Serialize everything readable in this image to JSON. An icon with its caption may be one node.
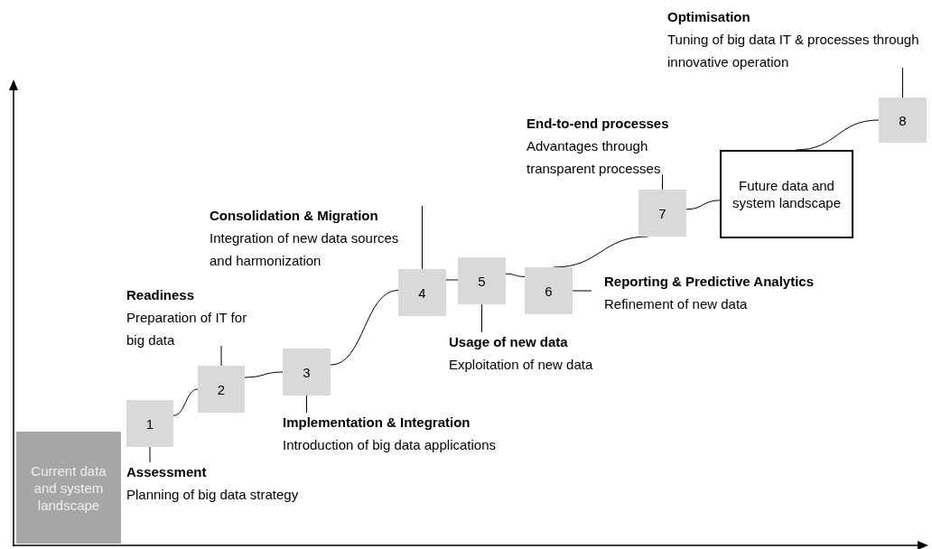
{
  "diagram": {
    "nodes": [
      {
        "text": [
          "Current data and system landscape"
        ]
      },
      {
        "text": [
          "1"
        ]
      },
      {
        "text": [
          "Assessment",
          "Planning of big data strategy"
        ]
      },
      {
        "text": [
          "2"
        ]
      },
      {
        "text": [
          "Readiness",
          "Preparation of IT for big data"
        ]
      },
      {
        "text": [
          "3"
        ]
      },
      {
        "text": [
          "Implementation & Integration",
          "Introduction of big data applications"
        ]
      },
      {
        "text": [
          "4"
        ]
      },
      {
        "text": [
          "Consolidation & Migration",
          "Integration of new data sources and harmonization"
        ]
      },
      {
        "text": [
          "5"
        ]
      },
      {
        "text": [
          "Usage of new data",
          "Exploitation of new data"
        ]
      },
      {
        "text": [
          "6"
        ]
      },
      {
        "text": [
          "Reporting & Predictive Analytics",
          "Refinement of new data"
        ]
      },
      {
        "text": [
          "7"
        ]
      },
      {
        "text": [
          "End-to-end processes",
          "Advantages through transparent processes"
        ]
      },
      {
        "text": [
          "Future data and system landscape"
        ]
      },
      {
        "text": [
          "8"
        ]
      },
      {
        "text": [
          "Optimisation",
          "Tuning of big data IT & processes through innovative operation"
        ]
      }
    ],
    "edges": [
      {
        "from": 1,
        "to": 3,
        "arrow": "none"
      },
      {
        "from": 3,
        "to": 5,
        "arrow": "none"
      },
      {
        "from": 5,
        "to": 7,
        "arrow": "none"
      },
      {
        "from": 7,
        "to": 9,
        "arrow": "none"
      },
      {
        "from": 9,
        "to": 11,
        "arrow": "none"
      },
      {
        "from": 11,
        "to": 13,
        "arrow": "none"
      },
      {
        "from": 13,
        "to": 15,
        "arrow": "none"
      },
      {
        "from": 15,
        "to": 16,
        "arrow": "none"
      },
      {
        "from": 2,
        "to": 1,
        "arrow": "none"
      },
      {
        "from": 4,
        "to": 3,
        "arrow": "none"
      },
      {
        "from": 6,
        "to": 5,
        "arrow": "none"
      },
      {
        "from": 8,
        "to": 7,
        "arrow": "none"
      },
      {
        "from": 10,
        "to": 9,
        "arrow": "none"
      },
      {
        "from": 12,
        "to": 11,
        "arrow": "none"
      },
      {
        "from": 14,
        "to": 13,
        "arrow": "none"
      },
      {
        "from": 17,
        "to": 16,
        "arrow": "none"
      }
    ]
  }
}
